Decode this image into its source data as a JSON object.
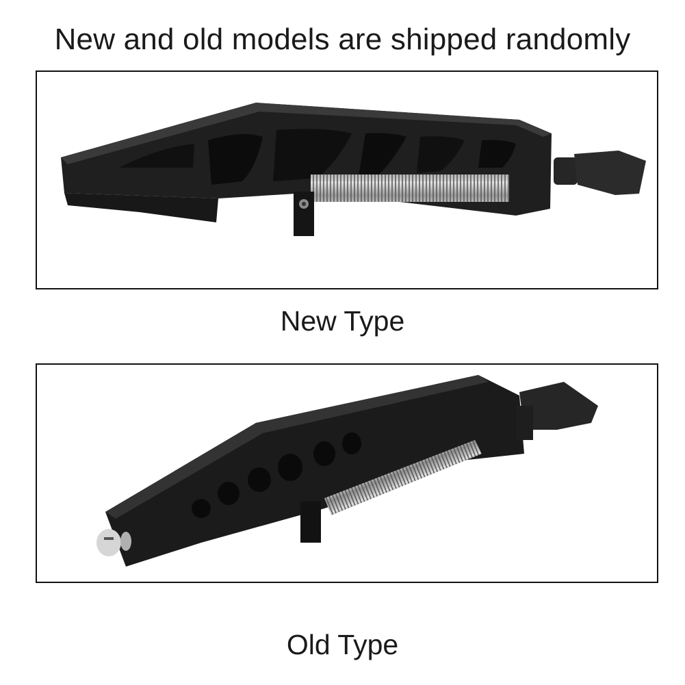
{
  "heading": "New and old models are shipped randomly",
  "products": [
    {
      "caption": "New Type",
      "image": "new-type-clamp-photo"
    },
    {
      "caption": "Old Type",
      "image": "old-type-clamp-photo"
    }
  ]
}
